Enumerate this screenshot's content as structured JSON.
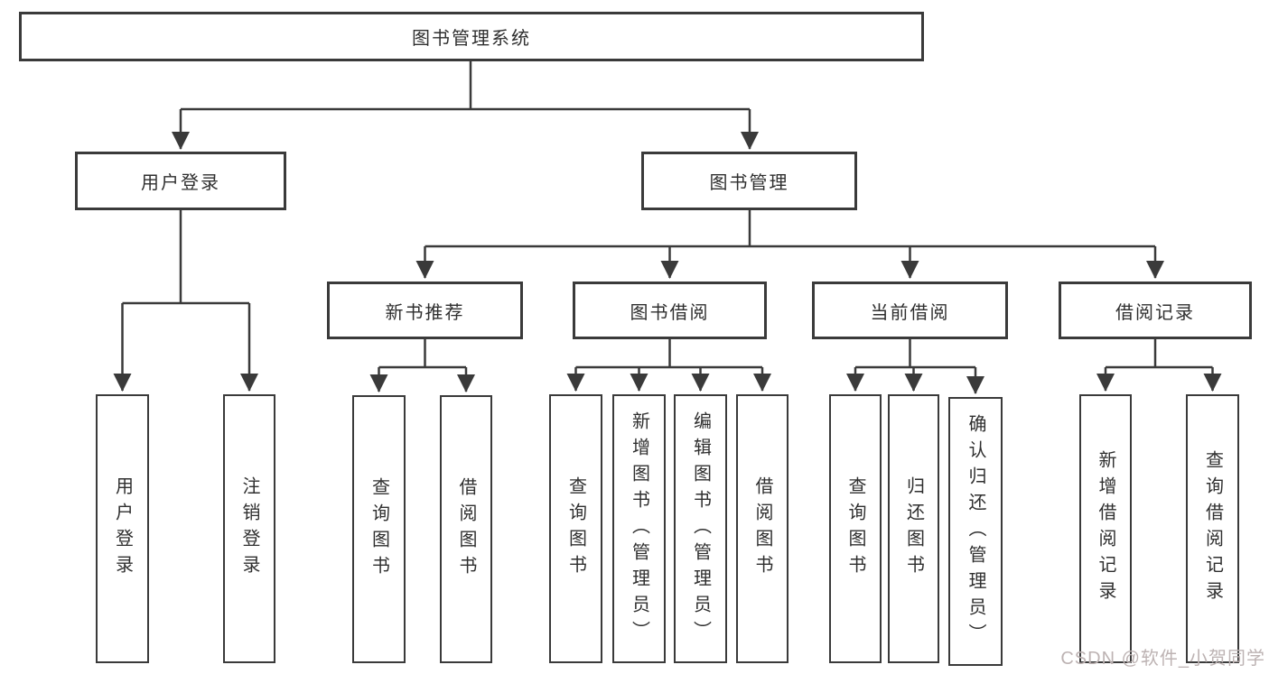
{
  "tree": {
    "root": "图书管理系统",
    "user_login": {
      "label": "用户登录",
      "children": [
        "用户登录",
        "注销登录"
      ]
    },
    "book_mgmt": {
      "label": "图书管理",
      "sections": [
        {
          "label": "新书推荐",
          "children": [
            "查询图书",
            "借阅图书"
          ]
        },
        {
          "label": "图书借阅",
          "children": [
            "查询图书",
            "新增图书（管理员）",
            "编辑图书（管理员）",
            "借阅图书"
          ]
        },
        {
          "label": "当前借阅",
          "children": [
            "查询图书",
            "归还图书",
            "确认归还（管理员）"
          ]
        },
        {
          "label": "借阅记录",
          "children": [
            "新增借阅记录",
            "查询借阅记录"
          ]
        }
      ]
    }
  },
  "watermark": {
    "text": "CSDN @软件_小贺同学"
  },
  "colors": {
    "line": "#3a3a3a",
    "border": "#3a3a3a",
    "text": "#2f2f2f",
    "background": "#ffffff",
    "watermark": "#bdb3b3"
  }
}
